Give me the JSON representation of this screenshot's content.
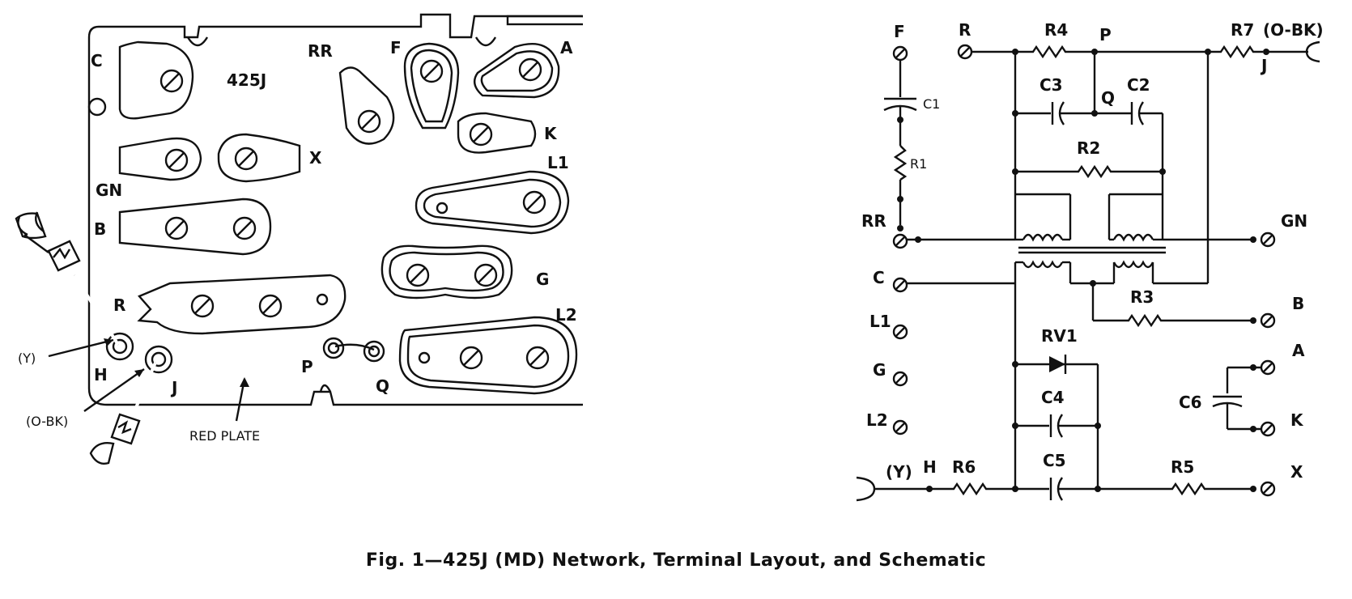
{
  "caption": "Fig. 1—425J (MD) Network, Terminal Layout, and Schematic",
  "layout": {
    "plate_label": "425J",
    "red_plate_label": "RED PLATE",
    "terminals": {
      "C": "C",
      "RR": "RR",
      "F": "F",
      "A": "A",
      "K": "K",
      "GN": "GN",
      "X": "X",
      "L1": "L1",
      "B": "B",
      "G": "G",
      "R": "R",
      "L2": "L2",
      "H": "H",
      "J": "J",
      "P": "P",
      "Q": "Q"
    },
    "leads": {
      "Y": "(Y)",
      "O_BK": "(O-BK)"
    }
  },
  "schematic": {
    "terminals": {
      "F": "F",
      "R": "R",
      "RR": "RR",
      "C": "C",
      "L1": "L1",
      "G": "G",
      "L2": "L2",
      "GN": "GN",
      "B": "B",
      "A": "A",
      "K": "K",
      "X": "X",
      "J": "J",
      "P": "P",
      "Q": "Q",
      "H": "H"
    },
    "components": {
      "C1": "C1",
      "R1": "R1",
      "R4": "R4",
      "R7": "R7",
      "C3": "C3",
      "C2": "C2",
      "R2": "R2",
      "R3": "R3",
      "RV1": "RV1",
      "C4": "C4",
      "C5": "C5",
      "R5": "R5",
      "R6": "R6",
      "C6": "C6"
    },
    "leads": {
      "O_BK": "(O-BK)",
      "Y": "(Y)"
    }
  }
}
